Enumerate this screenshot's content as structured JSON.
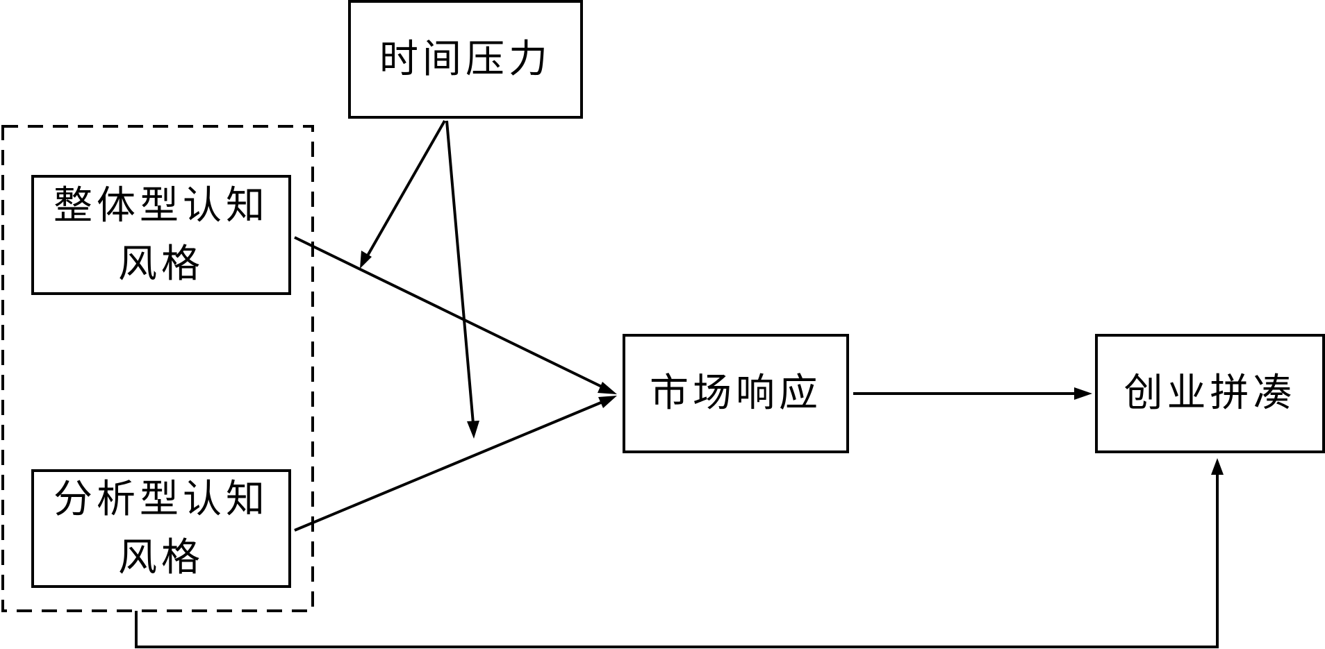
{
  "nodes": {
    "time_pressure": "时间压力",
    "holistic_style": "整体型认知风格",
    "analytic_style": "分析型认知风格",
    "market_response": "市场响应",
    "entrepreneurial_bricolage": "创业拼凑"
  },
  "colors": {
    "line": "#000000",
    "background": "#ffffff"
  }
}
